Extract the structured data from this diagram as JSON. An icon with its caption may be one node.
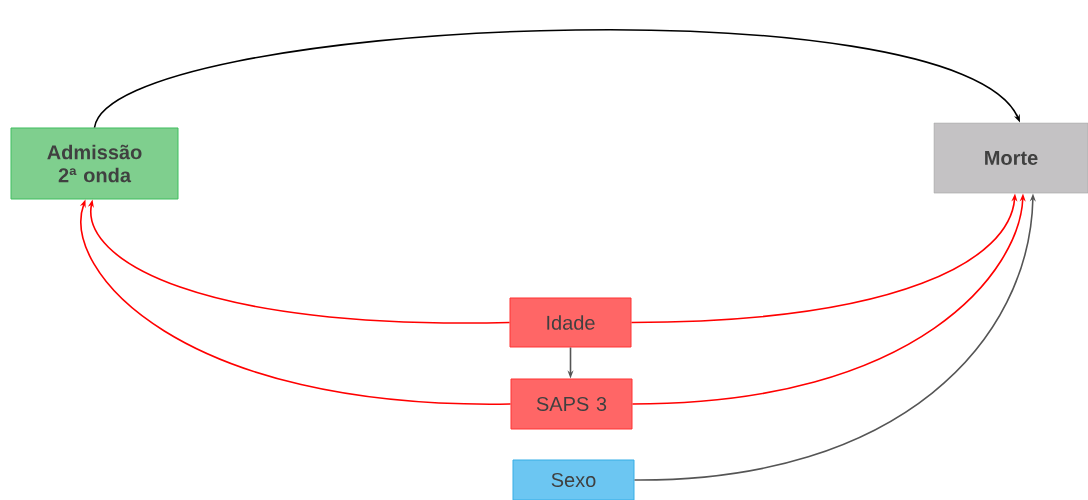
{
  "diagram": {
    "nodes": [
      {
        "text": [
          "Admissão 2ª onda"
        ]
      },
      {
        "text": [
          "Morte"
        ]
      },
      {
        "text": [
          "Idade"
        ]
      },
      {
        "text": [
          "SAPS 3"
        ]
      },
      {
        "text": [
          "Sexo"
        ]
      }
    ],
    "edges": [
      {
        "from": 0,
        "to": 1,
        "arrow": "to",
        "color": "#000000"
      },
      {
        "from": 2,
        "to": 0,
        "arrow": "to"
      },
      {
        "from": 2,
        "to": 1,
        "arrow": "to"
      },
      {
        "from": 3,
        "to": 0,
        "arrow": "to"
      },
      {
        "from": 3,
        "to": 1,
        "arrow": "to"
      },
      {
        "from": 2,
        "to": 3,
        "arrow": "to",
        "color": "#555555"
      },
      {
        "from": 4,
        "to": 1,
        "arrow": "to",
        "color": "#555555"
      }
    ]
  }
}
